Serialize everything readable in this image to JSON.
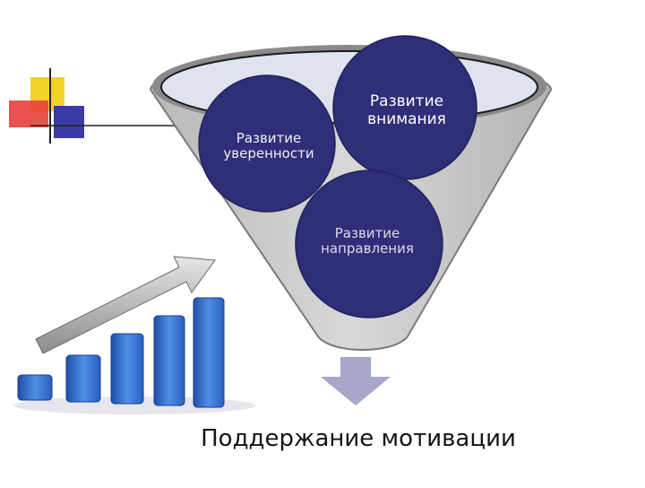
{
  "diagram": {
    "circles": [
      {
        "id": "confidence",
        "label": "Развитие уверенности"
      },
      {
        "id": "attention",
        "label": "Развитие внимания"
      },
      {
        "id": "direction",
        "label": "Развитие направления"
      }
    ],
    "result": "Поддержание мотивации"
  },
  "colors": {
    "funnel_fill": "#c9c9c9",
    "funnel_rim": "#8a8a8a",
    "ellipse_fill": "#dfe3f0",
    "circle_fill": "#2f2e78",
    "arrow_fill": "#a6a7c9",
    "bar_blue": "#3a78d8",
    "deco_yellow": "#f2d12b",
    "deco_red": "#e8403a",
    "deco_blue": "#3c3aa8"
  },
  "icons": [
    "growth-chart-icon",
    "down-arrow-icon",
    "corner-decoration-icon"
  ]
}
